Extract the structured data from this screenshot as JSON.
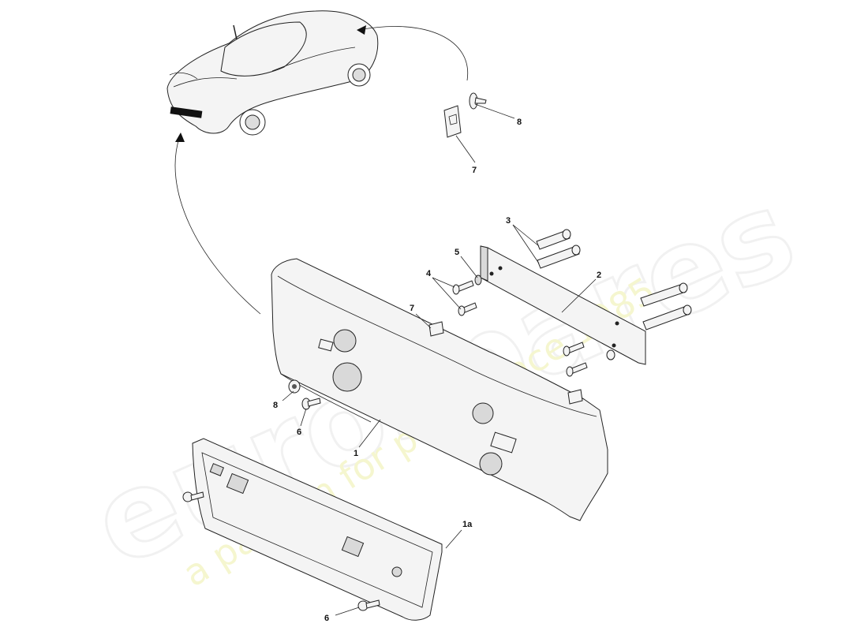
{
  "watermark": {
    "brand": "eurospares",
    "tagline": "a passion for parts since 1985"
  },
  "callouts": [
    {
      "id": "callout-8-top",
      "text": "8"
    },
    {
      "id": "callout-7-top",
      "text": "7"
    },
    {
      "id": "callout-3",
      "text": "3"
    },
    {
      "id": "callout-5",
      "text": "5"
    },
    {
      "id": "callout-4",
      "text": "4"
    },
    {
      "id": "callout-2",
      "text": "2"
    },
    {
      "id": "callout-7-mid",
      "text": "7"
    },
    {
      "id": "callout-8-left",
      "text": "8"
    },
    {
      "id": "callout-6-left",
      "text": "6"
    },
    {
      "id": "callout-1",
      "text": "1"
    },
    {
      "id": "callout-1a",
      "text": "1a"
    },
    {
      "id": "callout-6-bottom",
      "text": "6"
    }
  ]
}
